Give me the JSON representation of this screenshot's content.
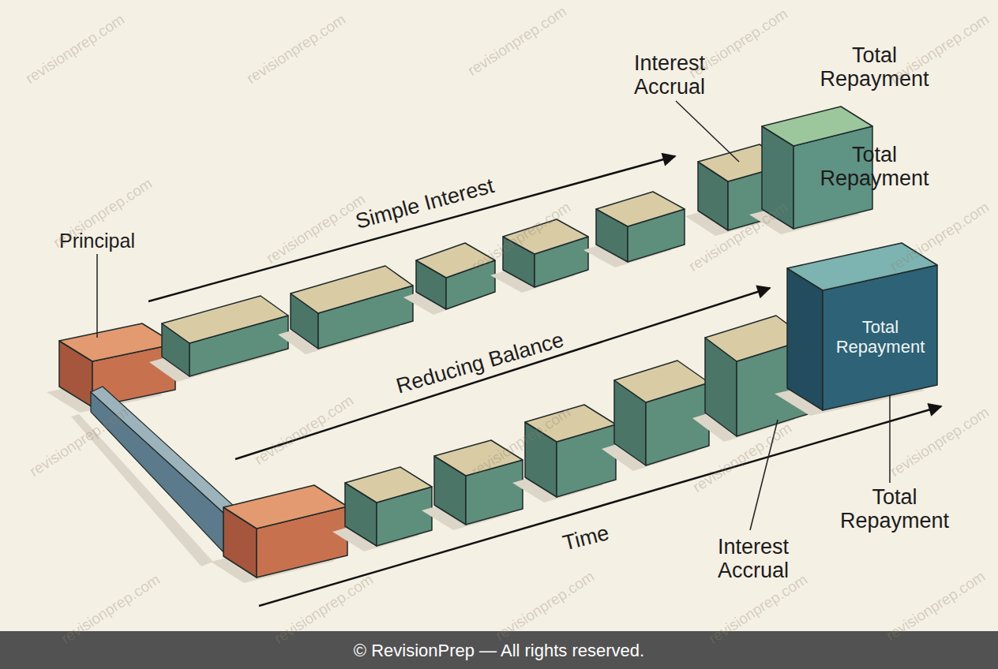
{
  "diagram": {
    "nodes": [
      {
        "text": [
          "Total Repayment",
          "Total Repayment"
        ]
      },
      {
        "text": [
          "Total Repayment"
        ]
      }
    ],
    "labels": [
      "Principal",
      "Simple Interest",
      "Interest Accrual",
      "Reducing Balance",
      "Time",
      "Interest Accrual",
      "Total Repayment",
      "revisionprep.com",
      "revisionprep.com",
      "revisionprep.com",
      "revisionprep.com",
      "revisionprep.com",
      "revisionprep.com",
      "revisionprep.com",
      "revisionprep.com",
      "revisionprep.com",
      "revisionprep.com",
      "revisionprep.com",
      "revisionprep.com",
      "revisionprep.com",
      "revisionprep.com",
      "revisionprep.com",
      "revisionprep.com",
      "revisionprep.com",
      "revisionprep.com",
      "revisionprep.com",
      "revisionprep.com",
      "© RevisionPrep — All rights reserved."
    ]
  }
}
